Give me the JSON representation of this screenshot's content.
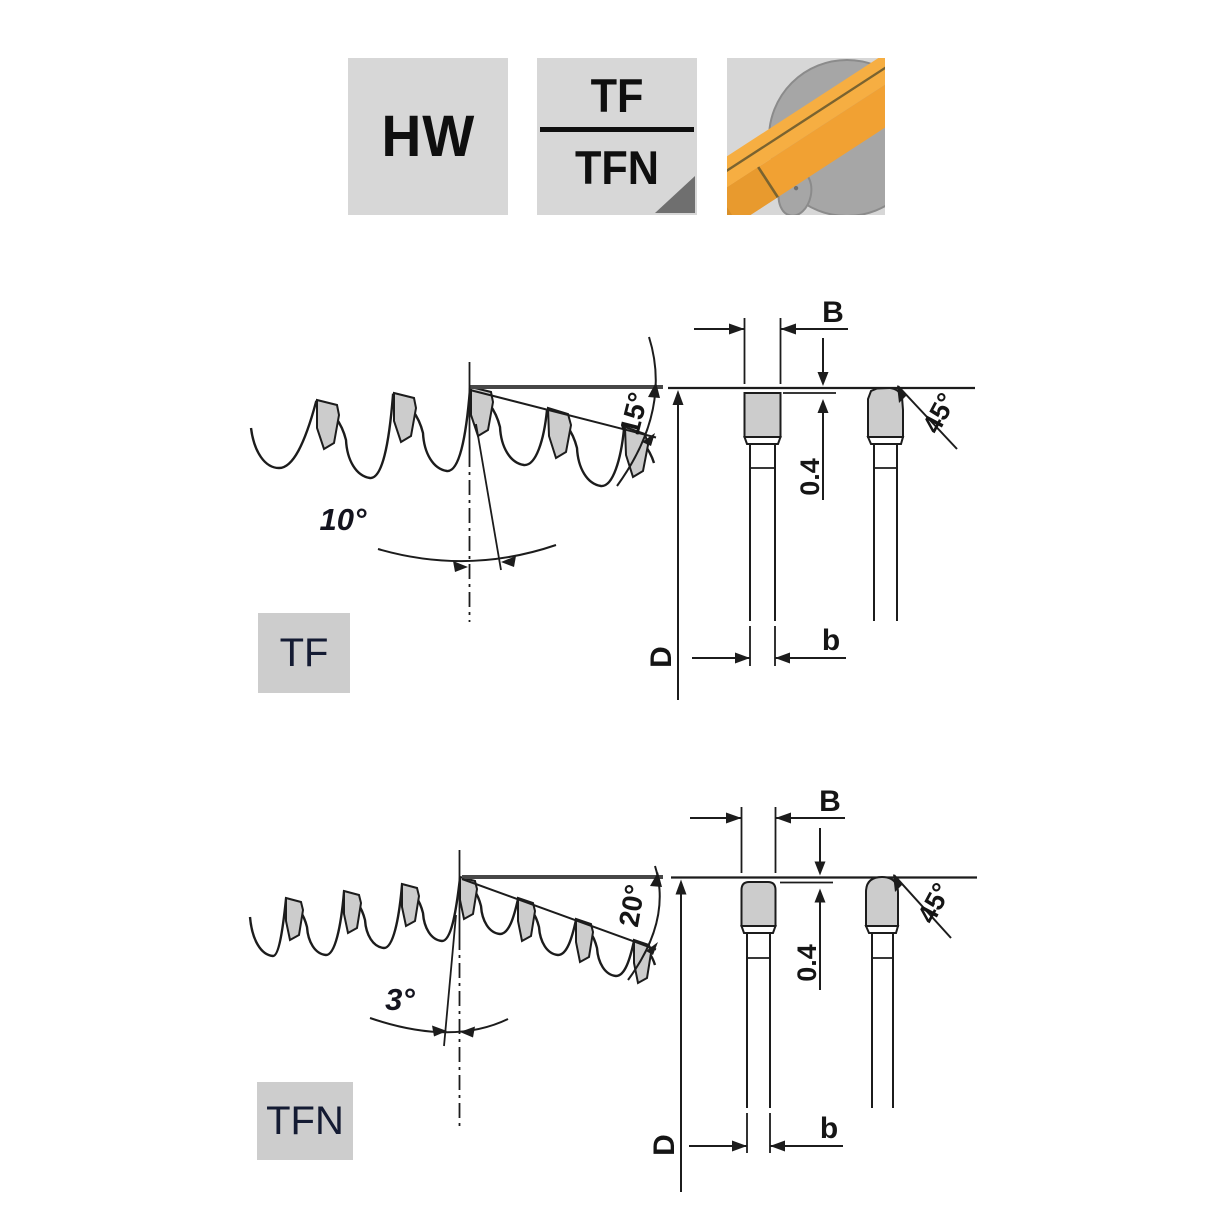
{
  "page": {
    "description": "Circular saw blade tooth-form technical diagram with TF and TFN profiles"
  },
  "header_icons": {
    "material_box": {
      "label": "HW"
    },
    "tooth_form_box": {
      "numerator": "TF",
      "denominator": "TFN",
      "corner_marker": "folded-corner-triangle"
    },
    "application_box": {
      "icon": "rip-cut-workpiece-with-saw-blade-pictogram"
    }
  },
  "sections": [
    {
      "id": "tf",
      "label": "TF",
      "top_bevel_angle": "15°",
      "hook_angle": "10°",
      "dims": {
        "tip_width": "B",
        "protrusion": "0.4",
        "chamfer_angle": "45°",
        "diameter": "D",
        "plate_thickness": "b"
      }
    },
    {
      "id": "tfn",
      "label": "TFN",
      "top_bevel_angle": "20°",
      "hook_angle": "3°",
      "dims": {
        "tip_width": "B",
        "protrusion": "0.4",
        "chamfer_angle": "45°",
        "diameter": "D",
        "plate_thickness": "b"
      }
    }
  ],
  "colors": {
    "panel_gray": "#d7d7d7",
    "carbide_gray": "#cccccc",
    "line_dark": "#1c1c1c",
    "beam_orange": "#f1a335",
    "blade_gray": "#a6a6a6"
  }
}
